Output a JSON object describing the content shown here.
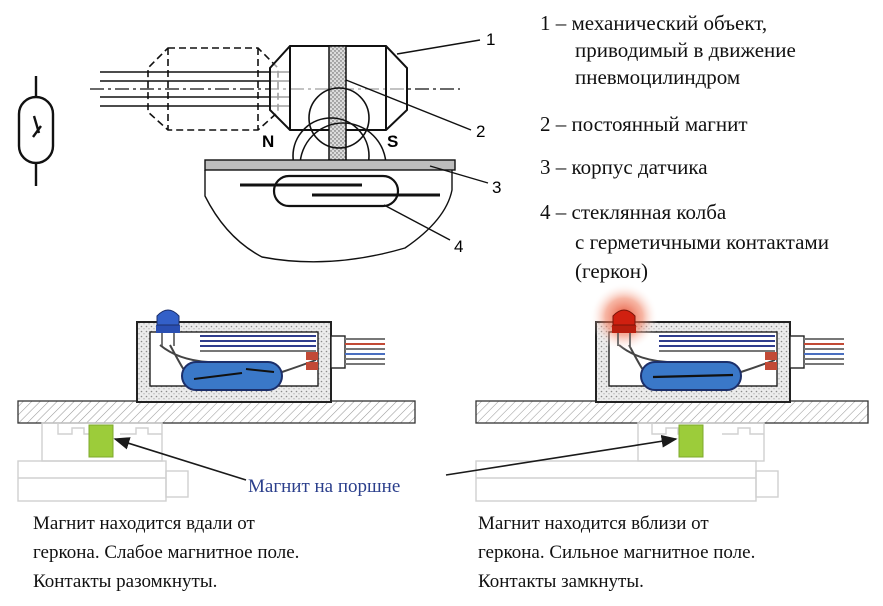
{
  "legend": [
    {
      "lines": [
        "1 – механический объект,",
        "приводимый в движение",
        "пневмоцилиндром"
      ]
    },
    {
      "lines": [
        "2 – постоянный магнит"
      ]
    },
    {
      "lines": [
        "3 – корпус датчика"
      ]
    },
    {
      "lines": [
        "4 – стеклянная колба",
        "с герметичными контактами",
        "(геркон)"
      ]
    }
  ],
  "callouts": {
    "n1": "1",
    "n2": "2",
    "n3": "3",
    "n4": "4"
  },
  "poles": {
    "north": "N",
    "south": "S"
  },
  "magnet_label": "Магнит на поршне",
  "captions": {
    "left": [
      "Магнит находится вдали от",
      "геркона. Слабое магнитное поле.",
      "Контакты разомкнуты."
    ],
    "right": [
      "Магнит находится вблизи от",
      "геркона. Сильное магнитное поле.",
      "Контакты замкнуты."
    ]
  },
  "colors": {
    "magnet_label": "#2b3f8c",
    "reed_glass": "#3a78c8",
    "led_off": "#3360c8",
    "led_on": "#d02010",
    "magnet_block": "#9ccc3a",
    "arrow": "#1a1a1a"
  },
  "icons": [
    "reed-switch-symbol-icon",
    "led-off-icon",
    "led-on-icon"
  ]
}
